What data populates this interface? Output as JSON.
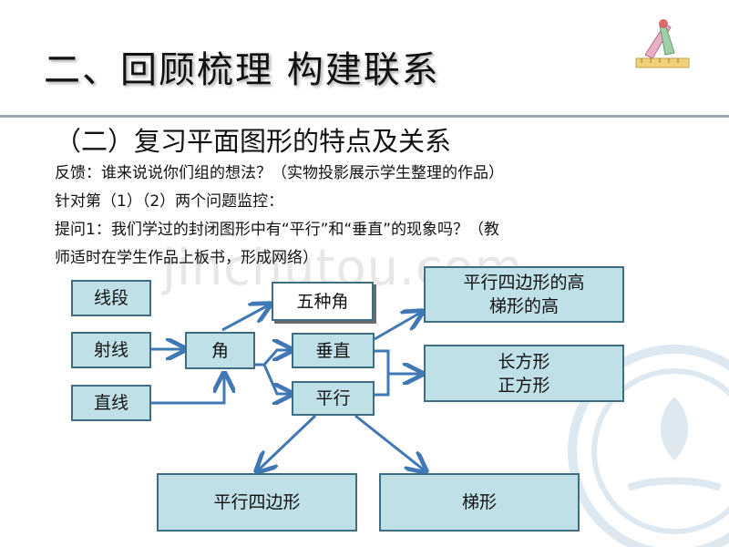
{
  "slide": {
    "title": "二、回顾梳理  构建联系",
    "subtitle": "（二）复习平面图形的特点及关系",
    "lines": [
      "反馈：谁来说说你们组的想法？（实物投影展示学生整理的作品）",
      "针对第（1）（2）两个问题监控：",
      "提问1：我们学过的封闭图形中有“平行”和“垂直”的现象吗？（教",
      "师适时在学生作品上板书，形成网络）"
    ],
    "watermark": "jinchutou.com"
  },
  "diagram": {
    "segment": "线段",
    "ray": "射线",
    "line": "直线",
    "angle": "角",
    "five_angles": "五种角",
    "perpendicular": "垂直",
    "parallel": "平行",
    "heights_line1": "平行四边形的高",
    "heights_line2": "梯形的高",
    "rect_line1": "长方形",
    "rect_line2": "正方形",
    "parallelogram": "平行四边形",
    "trapezoid": "梯形"
  },
  "colors": {
    "box_fill": "#bfe0e7",
    "box_border": "#3f6d82",
    "arrow": "#3f78b5"
  }
}
